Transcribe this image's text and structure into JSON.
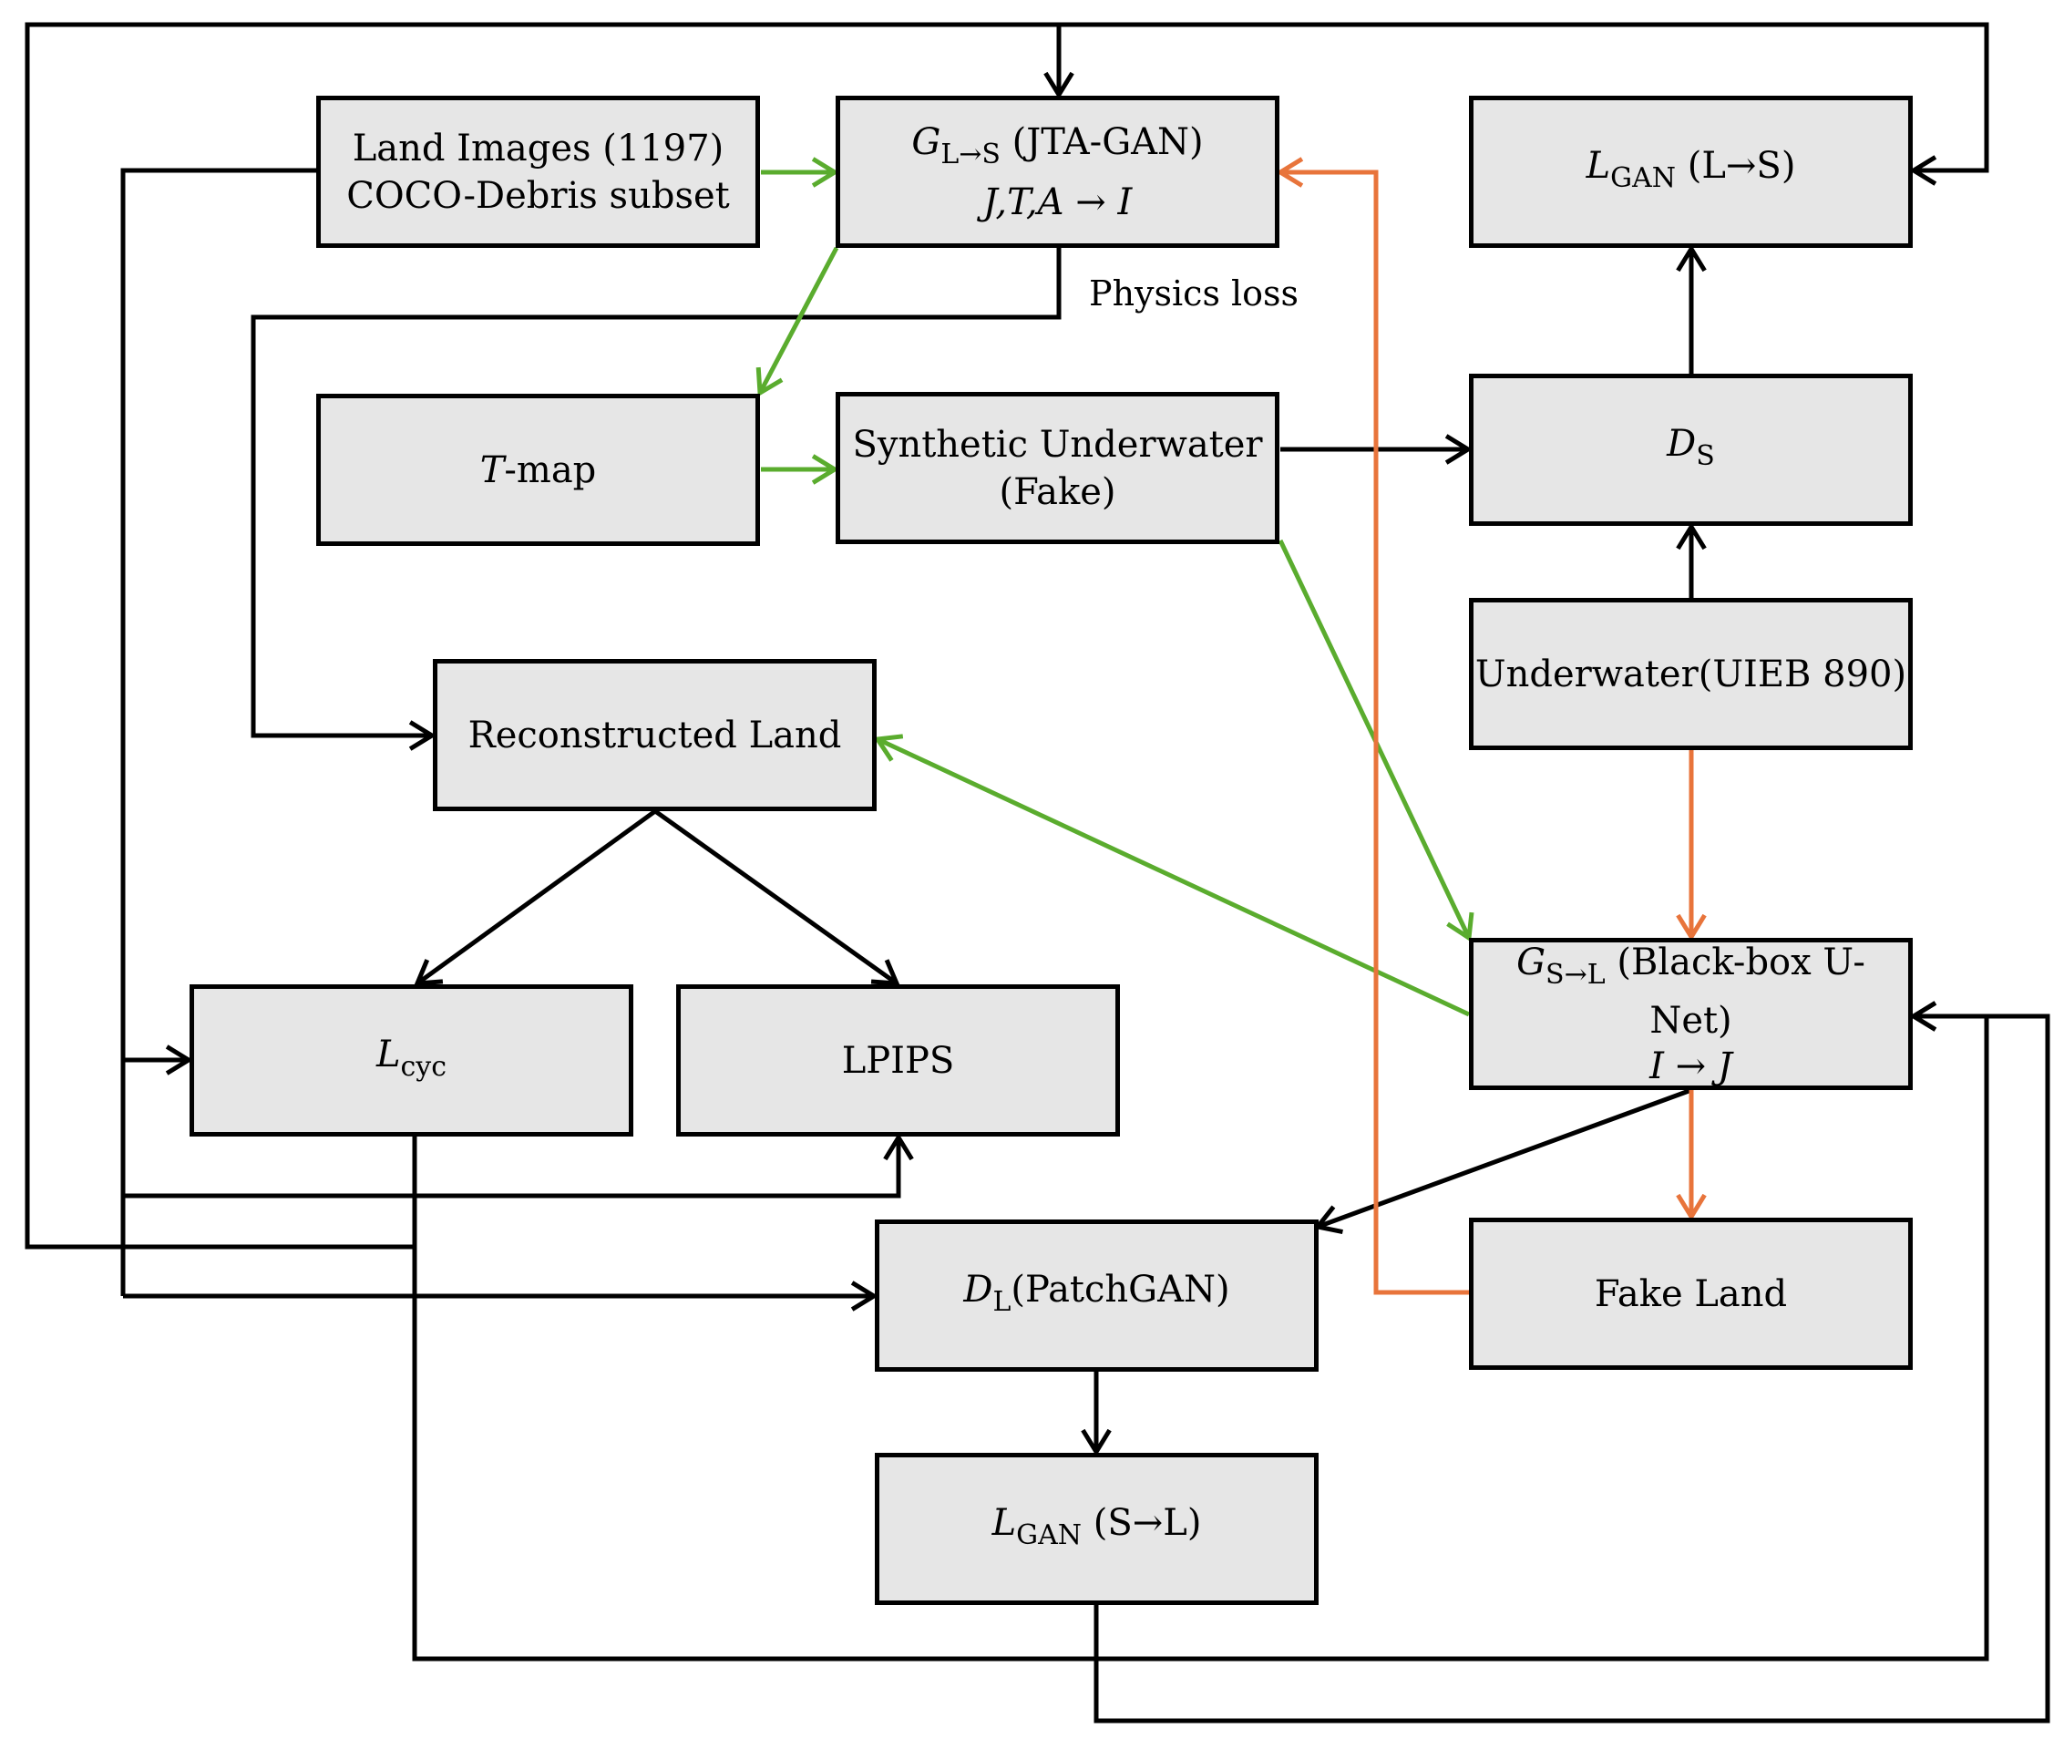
{
  "colors": {
    "black": "#000000",
    "green": "#5aac2e",
    "orange": "#e8743b",
    "box_fill": "#e6e6e6"
  },
  "boxes": {
    "land_images": {
      "line1": "Land Images (1197)",
      "line2": "COCO-Debris subset"
    },
    "g_ls": {
      "sym": "G",
      "sub": "L→S",
      "rest": " (JTA-GAN)",
      "line2": "J,T,A → I"
    },
    "lgan_ls": {
      "sym": "L",
      "sub": "GAN",
      "rest": " (L→S)"
    },
    "tmap": {
      "sym": "T",
      "rest": "-map"
    },
    "synthetic": {
      "line1": "Synthetic Underwater",
      "line2": "(Fake)"
    },
    "ds": {
      "sym": "D",
      "sub": "S"
    },
    "underwater": {
      "text": "Underwater(UIEB 890)"
    },
    "reconstructed": {
      "text": "Reconstructed Land"
    },
    "g_sl": {
      "sym": "G",
      "sub": "S→L",
      "rest": " (Black-box U-",
      "line2": "Net)",
      "line3": "I → J"
    },
    "lcyc": {
      "sym": "L",
      "sub": "cyc"
    },
    "lpips": {
      "text": "LPIPS"
    },
    "dl": {
      "sym": "D",
      "sub": "L",
      "rest": "(PatchGAN)"
    },
    "fake_land": {
      "text": "Fake Land"
    },
    "lgan_sl": {
      "sym": "L",
      "sub": "GAN",
      "rest": " (S→L)"
    }
  },
  "labels": {
    "physics_loss": "Physics loss"
  }
}
